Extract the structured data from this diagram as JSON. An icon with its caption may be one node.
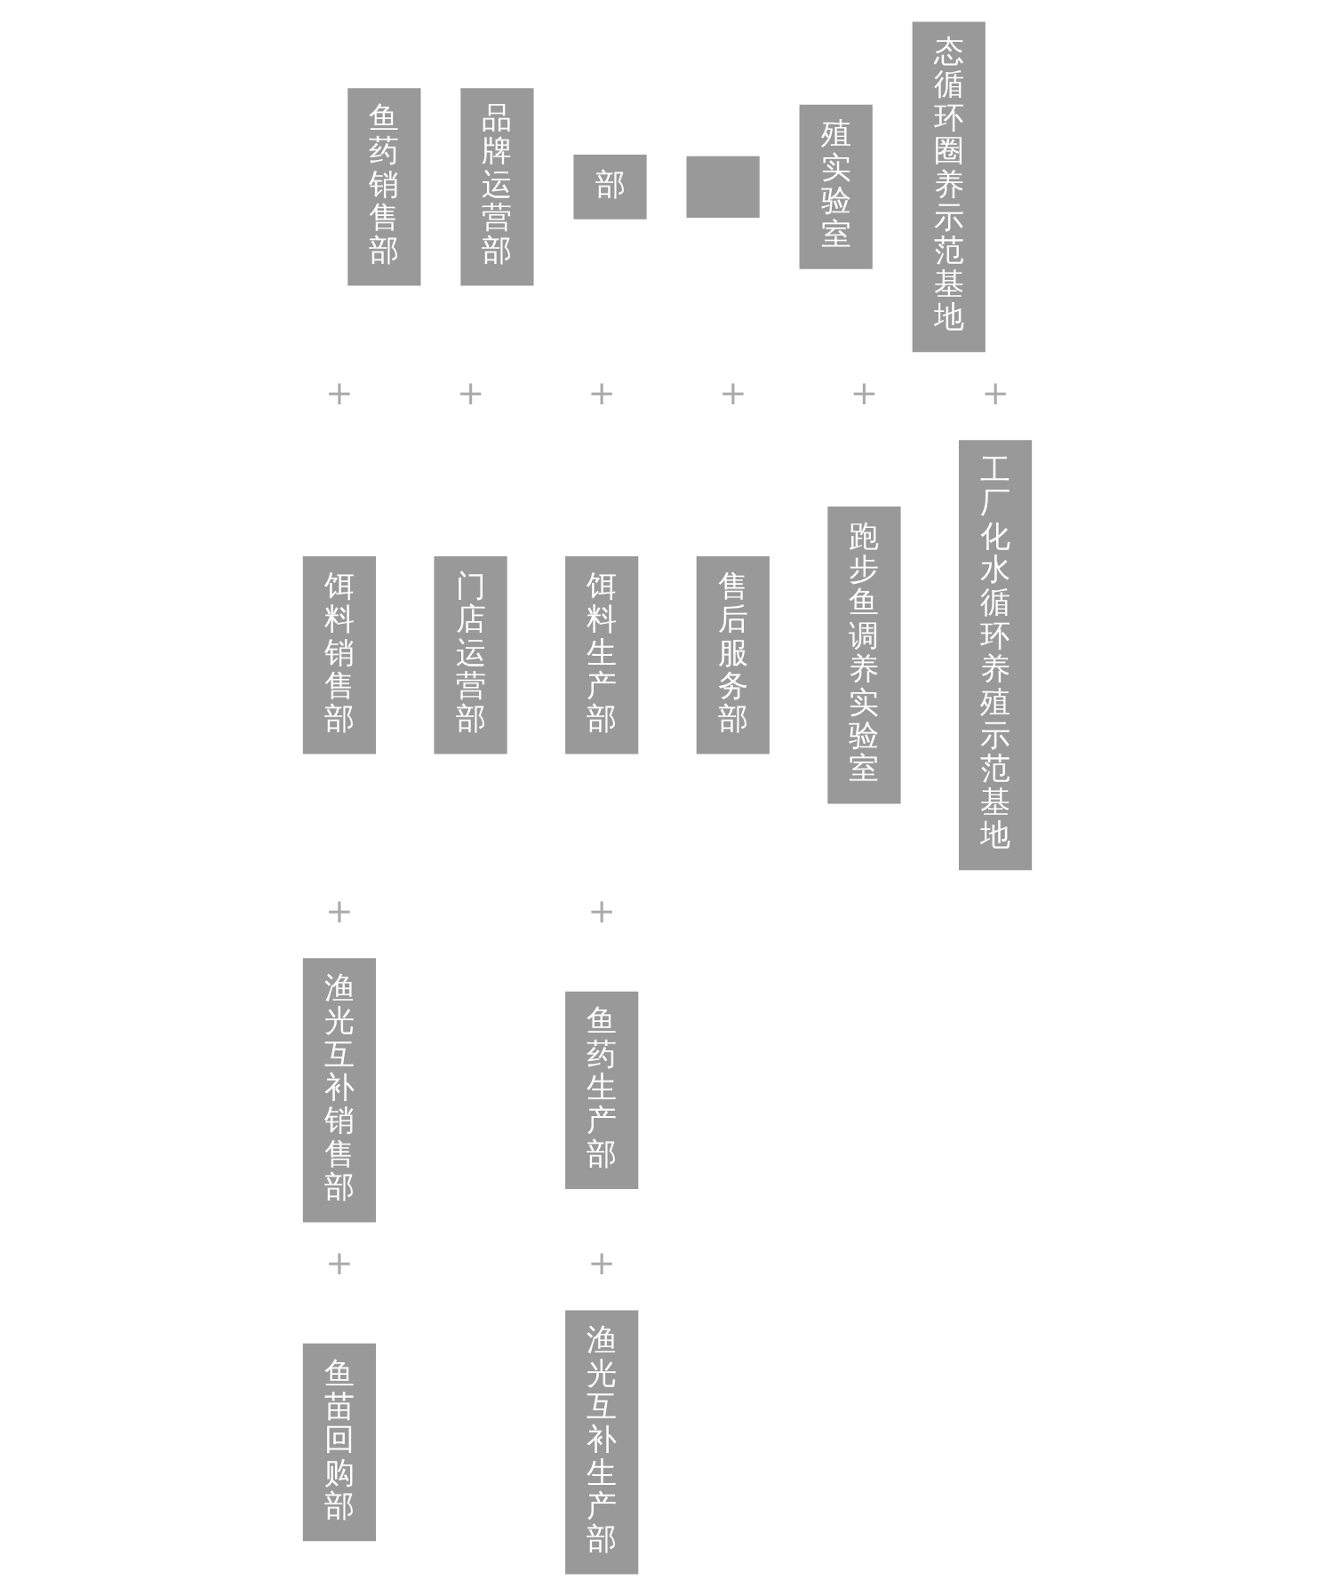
{
  "diagram": {
    "nodes": [
      {
        "text": [
          "鱼药销售部"
        ]
      },
      {
        "text": [
          "饵料销售部"
        ]
      },
      {
        "text": [
          "渔光互补销售部"
        ]
      },
      {
        "text": [
          "鱼苗回购部"
        ]
      },
      {
        "text": [
          "品牌运营部"
        ]
      },
      {
        "text": [
          "门店运营部"
        ]
      },
      {
        "text": [
          "部"
        ]
      },
      {
        "text": [
          "饵料生产部"
        ]
      },
      {
        "text": [
          "鱼药生产部"
        ]
      },
      {
        "text": [
          "渔光互补生产部"
        ]
      },
      {
        "text": [],
        "shape": "box"
      },
      {
        "text": [
          "售后服务部"
        ]
      },
      {
        "text": [
          "殖实验室"
        ]
      },
      {
        "text": [
          "跑步鱼调养实验室"
        ]
      },
      {
        "text": [
          "态循环圈养示范基地"
        ]
      },
      {
        "text": [
          "工厂化水循环养殖示范基地"
        ]
      }
    ],
    "labels": [
      "+",
      "+",
      "+",
      "+",
      "+",
      "+",
      "+",
      "+",
      "+",
      "+"
    ]
  }
}
